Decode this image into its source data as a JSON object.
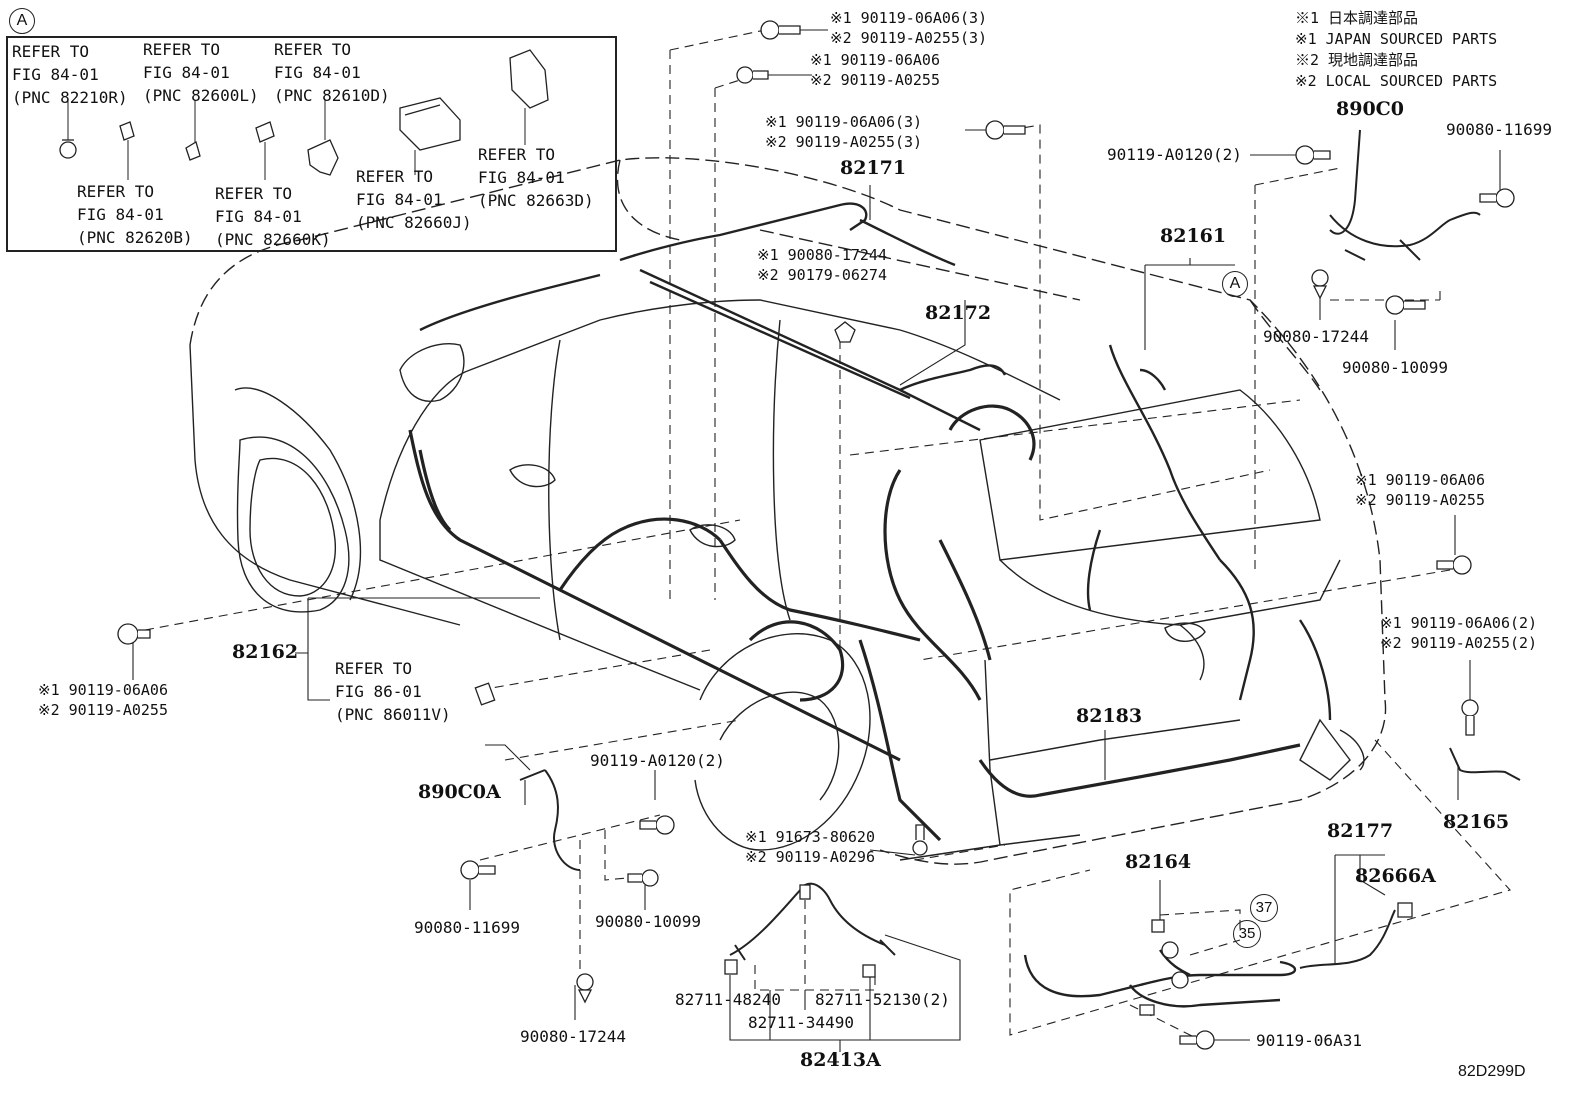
{
  "legend": {
    "lines": [
      "※1 日本調達部品",
      "※1 JAPAN SOURCED PARTS",
      "※2 現地調達部品",
      "※2 LOCAL SOURCED PARTS"
    ]
  },
  "inset": {
    "marker": "A",
    "refs": [
      {
        "l1": "REFER TO",
        "l2": "FIG 84-01",
        "l3": "(PNC 82210R)"
      },
      {
        "l1": "REFER TO",
        "l2": "FIG 84-01",
        "l3": "(PNC 82600L)"
      },
      {
        "l1": "REFER TO",
        "l2": "FIG 84-01",
        "l3": "(PNC 82610D)"
      },
      {
        "l1": "REFER TO",
        "l2": "FIG 84-01",
        "l3": "(PNC 82620B)"
      },
      {
        "l1": "REFER TO",
        "l2": "FIG 84-01",
        "l3": "(PNC 82660K)"
      },
      {
        "l1": "REFER TO",
        "l2": "FIG 84-01",
        "l3": "(PNC 82660J)"
      },
      {
        "l1": "REFER TO",
        "l2": "FIG 84-01",
        "l3": "(PNC 82663D)"
      }
    ]
  },
  "callout_a": "A",
  "ref_86": {
    "l1": "REFER TO",
    "l2": "FIG 86-01",
    "l3": "(PNC 86011V)"
  },
  "notes": {
    "top1": {
      "a": "※1 90119-06A06(3)",
      "b": "※2 90119-A0255(3)"
    },
    "top2": {
      "a": "※1 90119-06A06",
      "b": "※2 90119-A0255"
    },
    "top3": {
      "a": "※1 90119-06A06(3)",
      "b": "※2 90119-A0255(3)"
    },
    "mid": {
      "a": "※1 90080-17244",
      "b": "※2 90179-06274"
    },
    "right1": {
      "a": "※1 90119-06A06",
      "b": "※2 90119-A0255"
    },
    "right2": {
      "a": "※1 90119-06A06(2)",
      "b": "※2 90119-A0255(2)"
    },
    "left": {
      "a": "※1 90119-06A06",
      "b": "※2 90119-A0255"
    },
    "bottom": {
      "a": "※1 91673-80620",
      "b": "※2 90119-A0296"
    }
  },
  "parts": {
    "p82171": "82171",
    "p82172": "82172",
    "p82161": "82161",
    "p82162": "82162",
    "p82183": "82183",
    "p82165": "82165",
    "p82177": "82177",
    "p82666A": "82666A",
    "p82164": "82164",
    "p890C0": "890C0",
    "p890C0A": "890C0A",
    "p82413A": "82413A",
    "b90119A0120_top": "90119-A0120(2)",
    "b90080_11699_top": "90080-11699",
    "b90080_17244_right": "90080-17244",
    "b90080_10099_right": "90080-10099",
    "b90119A0120_low": "90119-A0120(2)",
    "b90080_11699_low": "90080-11699",
    "b90080_10099_low": "90080-10099",
    "b90080_17244_low": "90080-17244",
    "b82711_48240": "82711-48240",
    "b82711_52130": "82711-52130(2)",
    "b82711_34490": "82711-34490",
    "b90119_06A31": "90119-06A31",
    "n37": "37",
    "n35": "35"
  },
  "diagram_id": "82D299D"
}
